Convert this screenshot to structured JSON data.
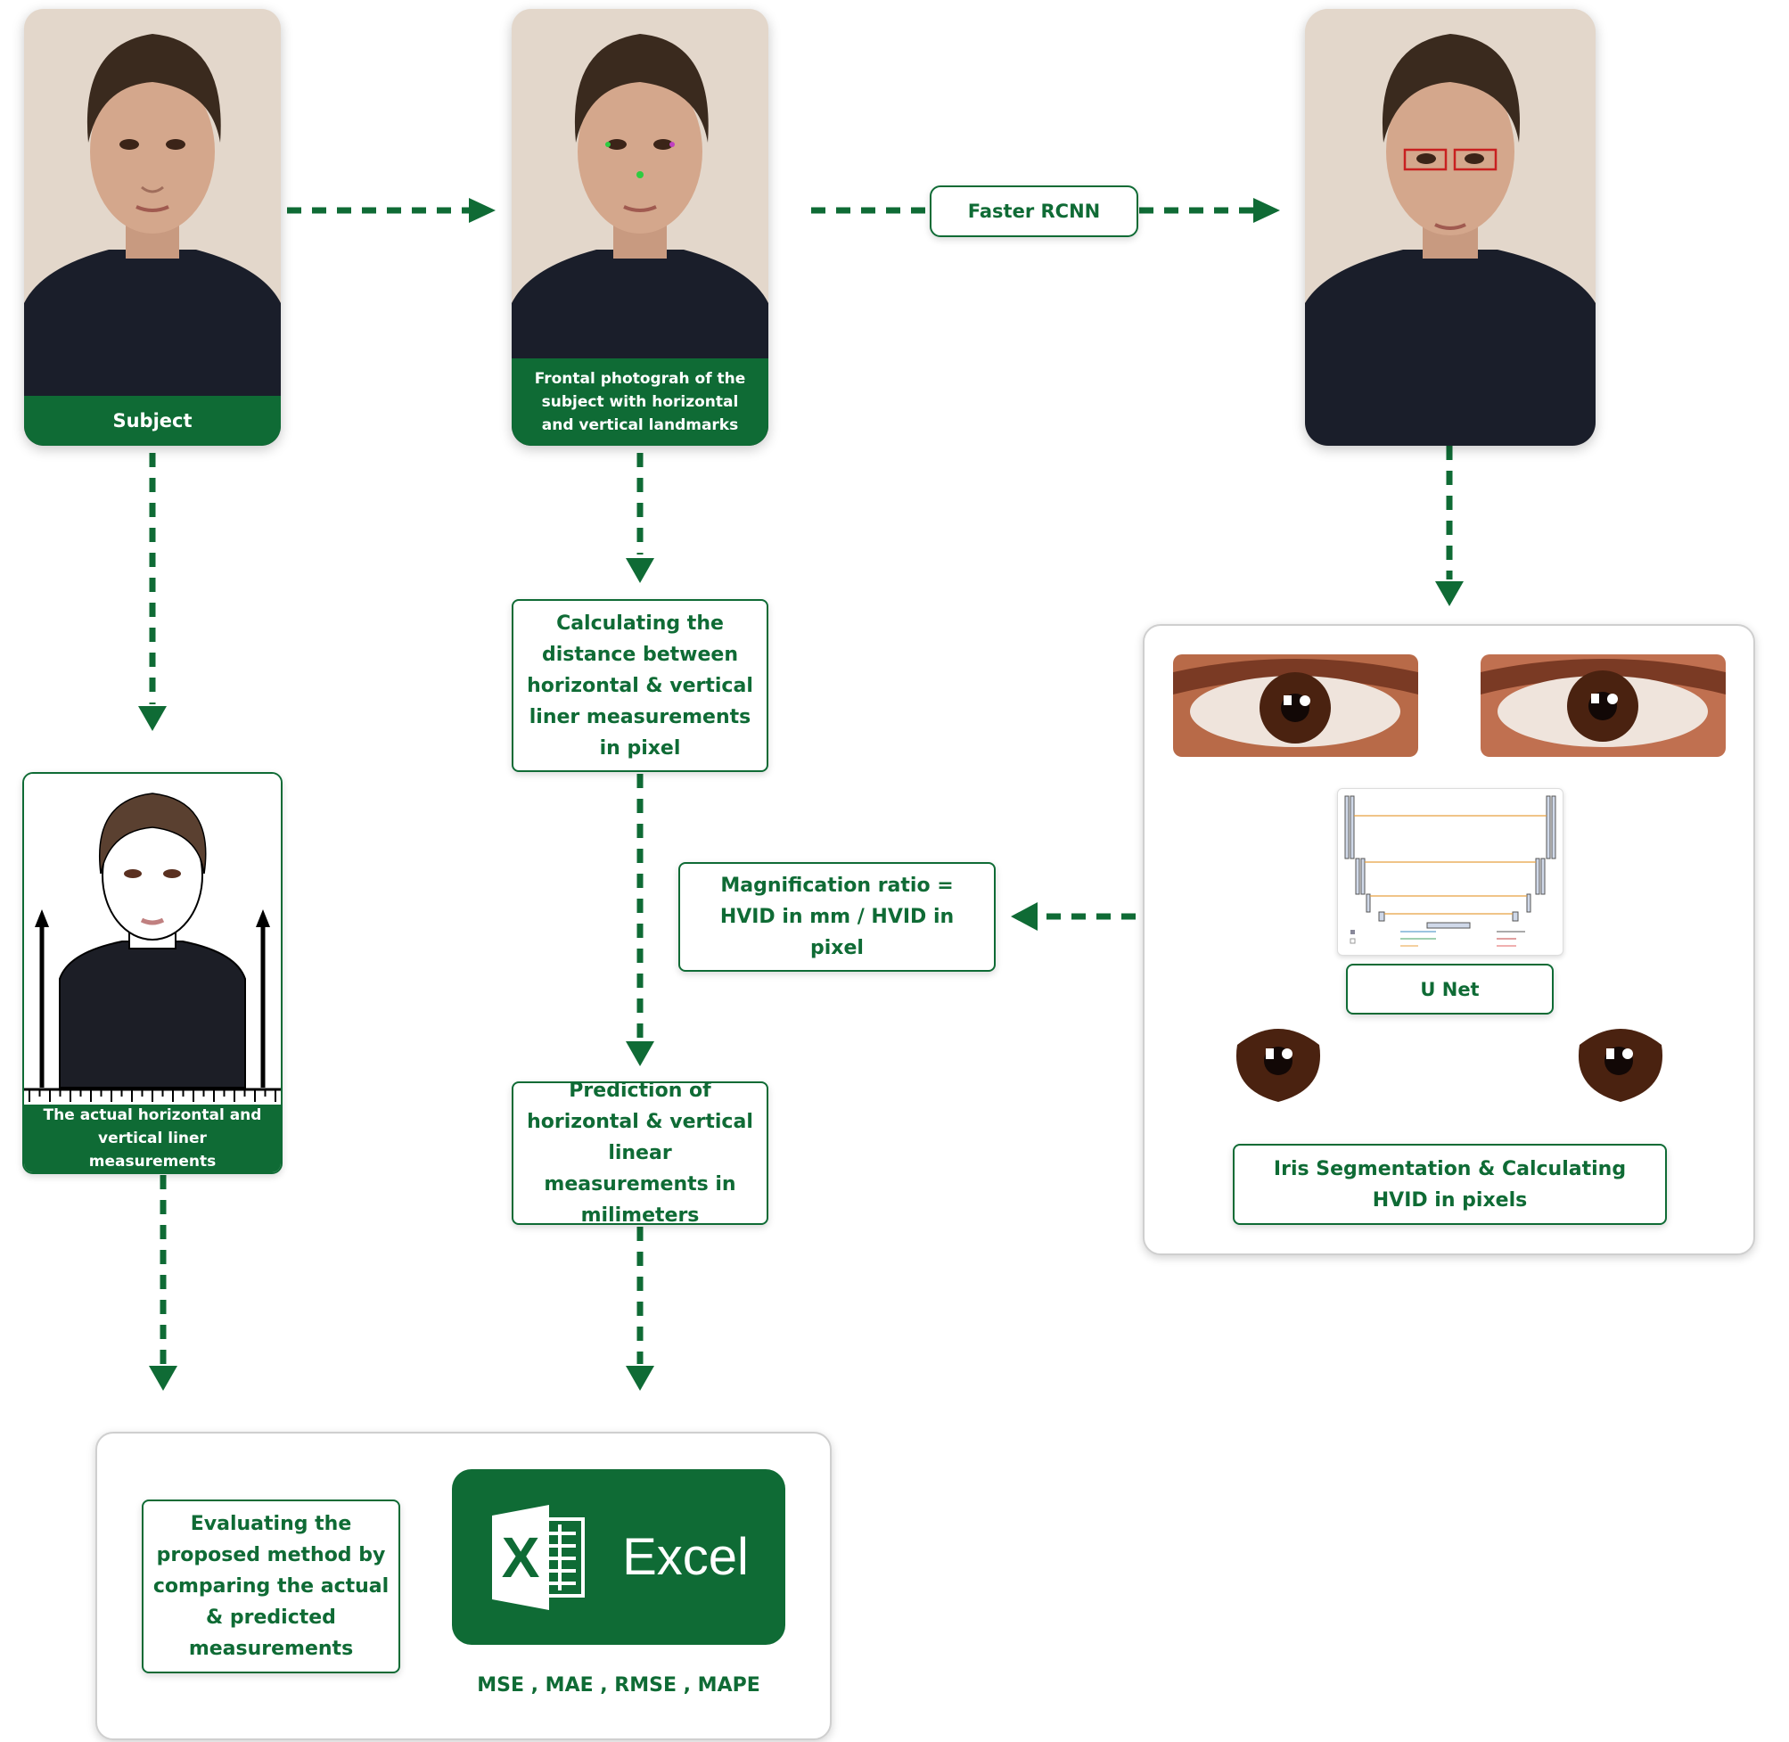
{
  "nodes": {
    "subject_caption": "Subject",
    "landmarks_caption": "Frontal photograh of the subject with horizontal and vertical landmarks",
    "faster_rcnn": "Faster RCNN",
    "calc_distance": "Calculating the distance between horizontal & vertical liner measurements in pixel",
    "magnification": "Magnification ratio = HVID in mm / HVID in pixel",
    "prediction": "Prediction of horizontal & vertical linear measurements in milimeters",
    "unet": "U Net",
    "iris_seg": "Iris Segmentation & Calculating HVID in pixels",
    "actual_caption": "The actual horizontal and vertical liner measurements",
    "evaluating": "Evaluating the proposed method by comparing the actual & predicted measurements",
    "excel_label": "Excel",
    "excel_letter": "X",
    "metrics": "MSE , MAE , RMSE , MAPE"
  },
  "colors": {
    "accent": "#0f6b35",
    "caption_text": "#ffffff",
    "iris": "#4a2210"
  },
  "icons": [
    "excel-icon",
    "arrow-right-icon",
    "arrow-down-icon",
    "arrow-left-icon"
  ]
}
